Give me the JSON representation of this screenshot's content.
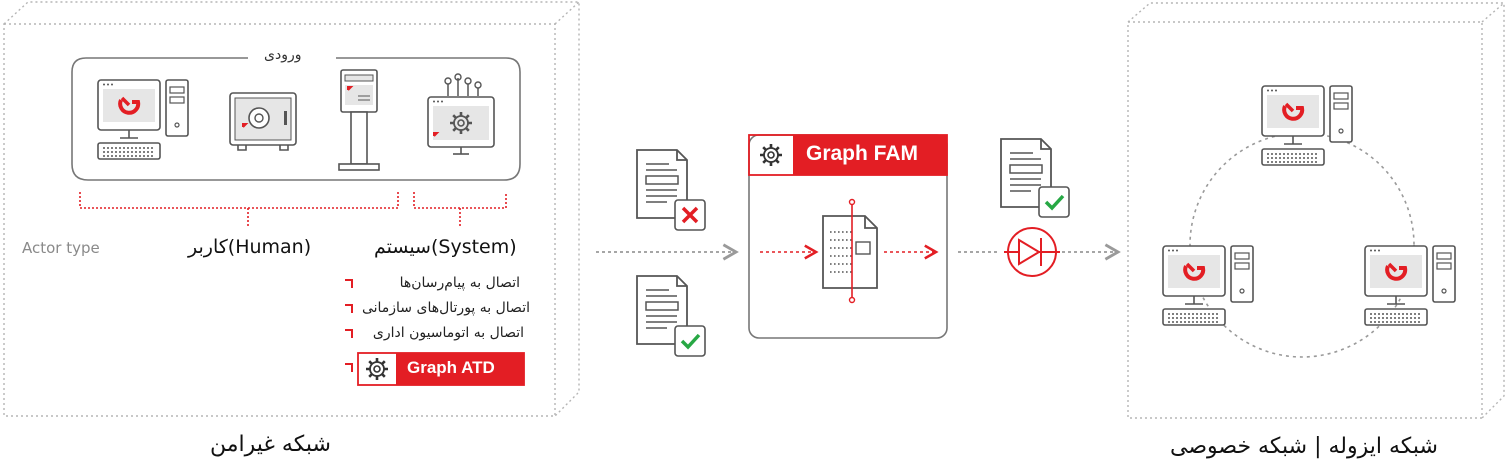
{
  "untrusted_network": {
    "title": "شبکه غیرامن",
    "input_group_label": "ورودی",
    "actor_type_label": "Actor type",
    "actor_human": "کاربر(Human)",
    "actor_system": "سیستم(System)",
    "features": [
      "اتصال به پیام‌رسان‌ها",
      "اتصال به پورتال‌های سازمانی",
      "اتصال به اتوماسیون اداری"
    ],
    "atd_label": "Graph ATD"
  },
  "gateway": {
    "fam_label": "Graph FAM"
  },
  "isolated_network": {
    "title": "شبکه ایزوله | شبکه خصوصی"
  },
  "colors": {
    "accent": "#e31e24",
    "line_gray": "#9a9a9a",
    "icon_gray": "#555555",
    "check_green": "#27a844"
  }
}
